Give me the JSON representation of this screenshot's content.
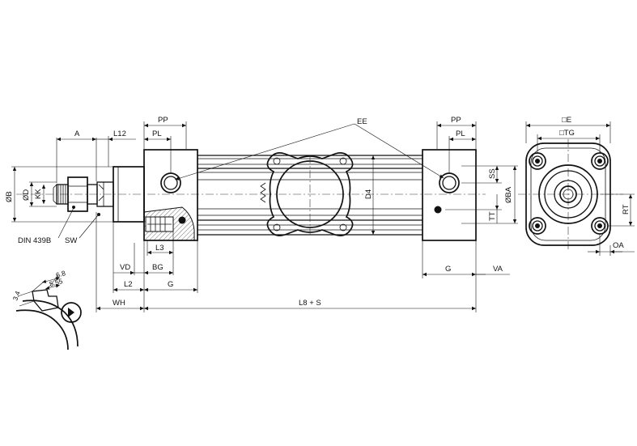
{
  "drawing": {
    "labels": {
      "a": "A",
      "l12": "L12",
      "pp_left": "PP",
      "pl_left": "PL",
      "ee": "EE",
      "pp_right": "PP",
      "pl_right": "PL",
      "e": "□E",
      "tg": "□TG",
      "b": "ØB",
      "d": "ØD",
      "kk": "KK",
      "d4": "D4",
      "ss": "SS",
      "ba": "ØBA",
      "tt": "TT",
      "rt": "RT",
      "oa": "OA",
      "din": "DIN 439B",
      "sw": "SW",
      "l3": "L3",
      "vd": "VD",
      "bg": "BG",
      "l2": "L2",
      "g_left": "G",
      "g_right": "G",
      "va": "VA",
      "wh": "WH",
      "l8s": "L8 + S",
      "dim_68": "6.8",
      "dim_555": "5.55",
      "dim_34": "3.4"
    }
  }
}
